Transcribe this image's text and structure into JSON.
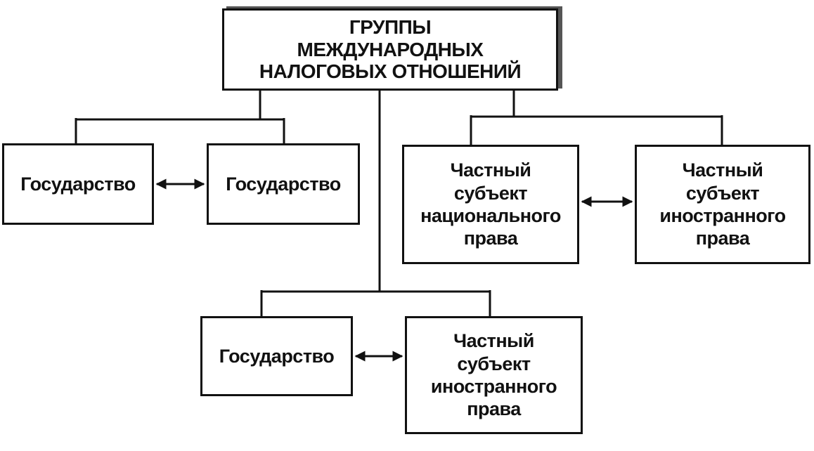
{
  "diagram": {
    "title": "ГРУППЫ\nМЕЖДУНАРОДНЫХ\nНАЛОГОВЫХ ОТНОШЕНИЙ",
    "groups": [
      {
        "left": "Государство",
        "right": "Государство"
      },
      {
        "left": "Частный\nсубъект\nнационального\nправа",
        "right": "Частный\nсубъект\nиностранного\nправа"
      },
      {
        "left": "Государство",
        "right": "Частный\nсубъект\nиностранного\nправа"
      }
    ]
  }
}
